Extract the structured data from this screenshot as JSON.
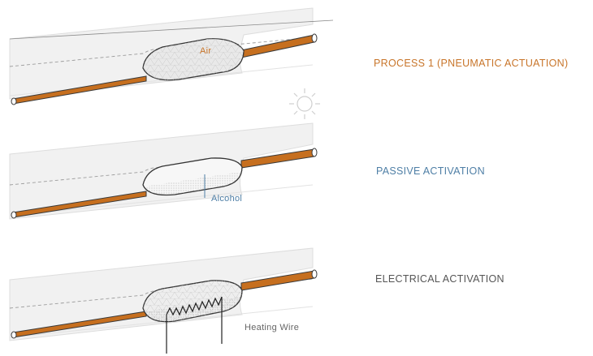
{
  "colors": {
    "accent_orange": "#c8752a",
    "accent_blue": "#4f7fa6",
    "text_gray": "#555555",
    "tube": "#c66f1f",
    "membrane": "#f2f2f2"
  },
  "panels": [
    {
      "process_label": "PROCESS 1  (PNEUMATIC ACTUATION)",
      "inner_label": "Air",
      "icons": [
        "sun-icon"
      ]
    },
    {
      "process_label": "PASSIVE ACTIVATION",
      "inner_label": "Alcohol",
      "icons": []
    },
    {
      "process_label": "ELECTRICAL ACTIVATION",
      "inner_label": "Heating Wire",
      "icons": [
        "heating-wire-coil"
      ]
    }
  ]
}
